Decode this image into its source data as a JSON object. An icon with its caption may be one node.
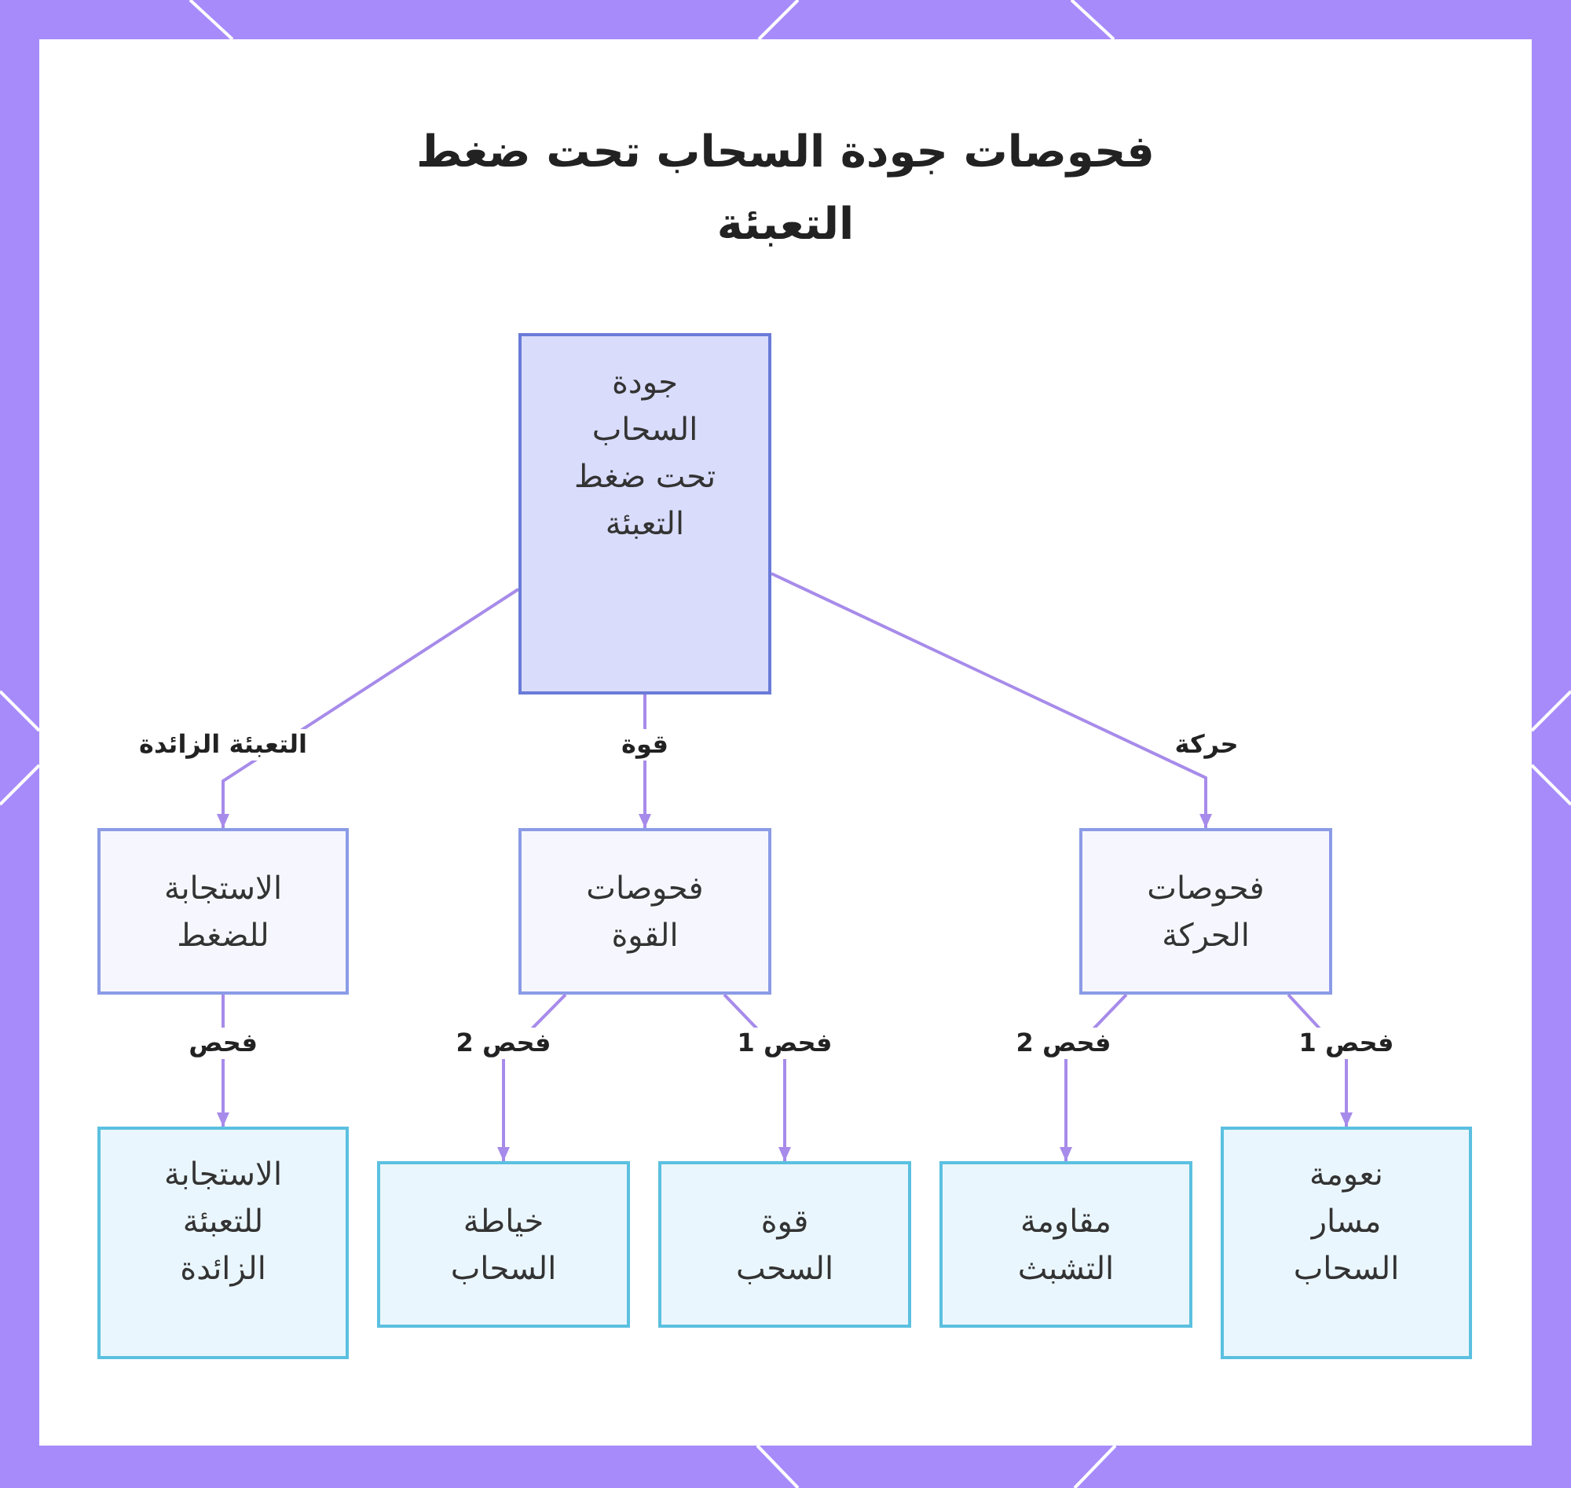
{
  "diagram": {
    "title": "فحوصات جودة السحاب تحت ضغط التعبئة",
    "nodes": [
      {
        "text": [
          "جودة السحاب تحت ضغط التعبئة"
        ]
      },
      {
        "text": [
          "فحوصات الحركة"
        ]
      },
      {
        "text": [
          "فحوصات القوة"
        ]
      },
      {
        "text": [
          "الاستجابة للضغط"
        ]
      },
      {
        "text": [
          "نعومة مسار السحاب"
        ]
      },
      {
        "text": [
          "مقاومة التشبث"
        ]
      },
      {
        "text": [
          "قوة السحب"
        ]
      },
      {
        "text": [
          "خياطة السحاب"
        ]
      },
      {
        "text": [
          "الاستجابة للتعبئة الزائدة"
        ]
      }
    ],
    "edges": [
      {
        "from": 0,
        "to": 1,
        "arrow": "to",
        "label": "حركة"
      },
      {
        "from": 0,
        "to": 2,
        "arrow": "to",
        "label": "قوة"
      },
      {
        "from": 0,
        "to": 3,
        "arrow": "to",
        "label": "التعبئة الزائدة"
      },
      {
        "from": 1,
        "to": 4,
        "arrow": "to",
        "label": "فحص 1"
      },
      {
        "from": 1,
        "to": 5,
        "arrow": "to",
        "label": "فحص 2"
      },
      {
        "from": 2,
        "to": 6,
        "arrow": "to",
        "label": "فحص 1"
      },
      {
        "from": 2,
        "to": 7,
        "arrow": "to",
        "label": "فحص 2"
      },
      {
        "from": 3,
        "to": 8,
        "arrow": "to",
        "label": "فحص"
      }
    ]
  }
}
